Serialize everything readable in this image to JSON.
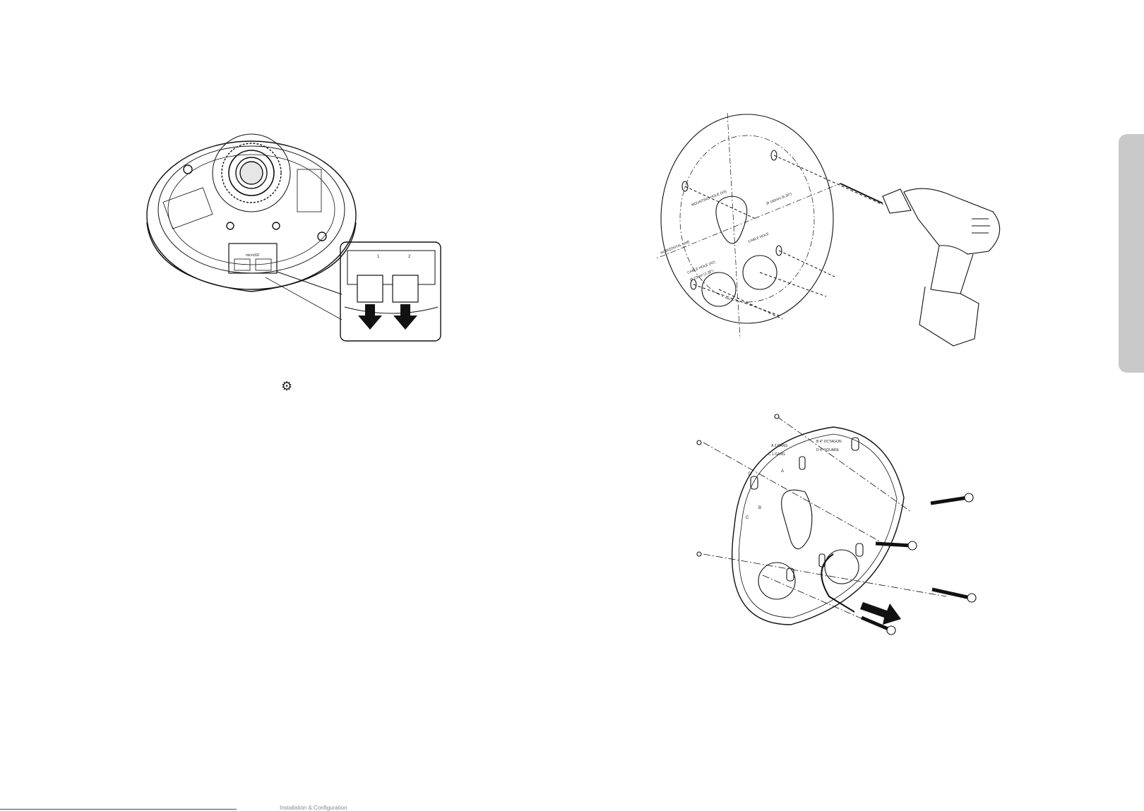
{
  "figure_camera_card": {
    "card_labels": [
      "1",
      "2"
    ],
    "model_marking": "microSD"
  },
  "figure_drill_template": {
    "labels": {
      "mounting_hole": "MOUNTING HOLE (X3)",
      "diameter": "Ø 160mm (6.30\")",
      "cable_hole": "CABLE HOLE",
      "horizontal_line": "HORIZONTAL LINE",
      "cable_hole_x2": "CABLE HOLE (X2)",
      "cable_hole_dia": "Ø 23mm (1.38\")"
    }
  },
  "figure_mount_plate": {
    "legend_left_1": "A 2 GANG",
    "legend_left_2": "C 1 GANG",
    "legend_right_1": "B 4\" OCTAGON",
    "legend_right_2": "D 4\" SQUARE",
    "hole_letters": [
      "A",
      "B",
      "C",
      "D"
    ]
  },
  "settings_icon": "gear-icon",
  "side_tab_color": "#c9c9c9",
  "footer": {
    "text": "Installation & Configuration"
  }
}
